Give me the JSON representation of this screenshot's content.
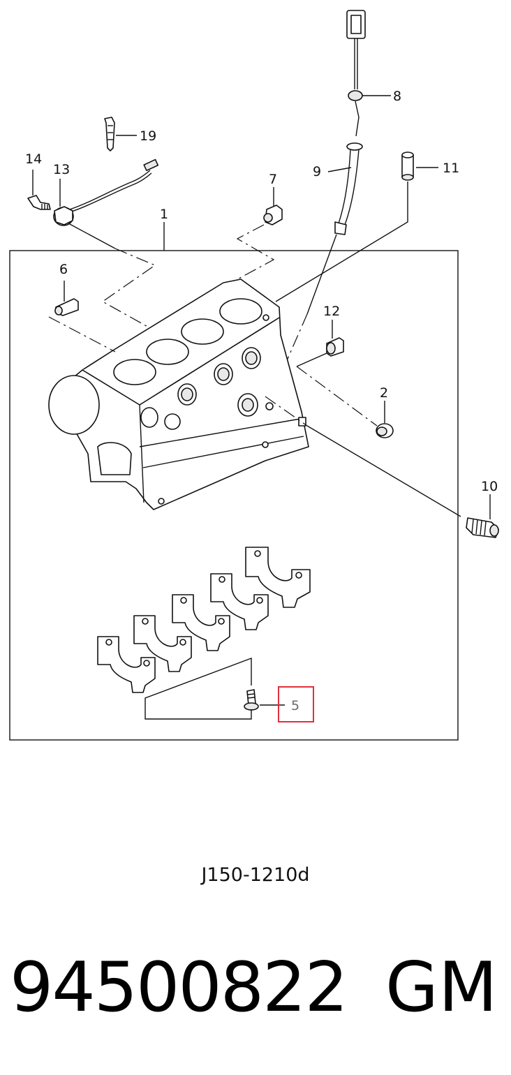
{
  "diagram": {
    "callouts": [
      {
        "id": "1",
        "label": "1"
      },
      {
        "id": "2",
        "label": "2"
      },
      {
        "id": "5",
        "label": "5",
        "highlighted": true
      },
      {
        "id": "6",
        "label": "6"
      },
      {
        "id": "7",
        "label": "7"
      },
      {
        "id": "8",
        "label": "8"
      },
      {
        "id": "9",
        "label": "9"
      },
      {
        "id": "10",
        "label": "10"
      },
      {
        "id": "11",
        "label": "11"
      },
      {
        "id": "12",
        "label": "12"
      },
      {
        "id": "13",
        "label": "13"
      },
      {
        "id": "14",
        "label": "14"
      },
      {
        "id": "19",
        "label": "19"
      }
    ],
    "highlight_color": "#e0303a",
    "drawing_code": "J150-1210d"
  },
  "part": {
    "number": "94500822",
    "brand": "GM"
  }
}
